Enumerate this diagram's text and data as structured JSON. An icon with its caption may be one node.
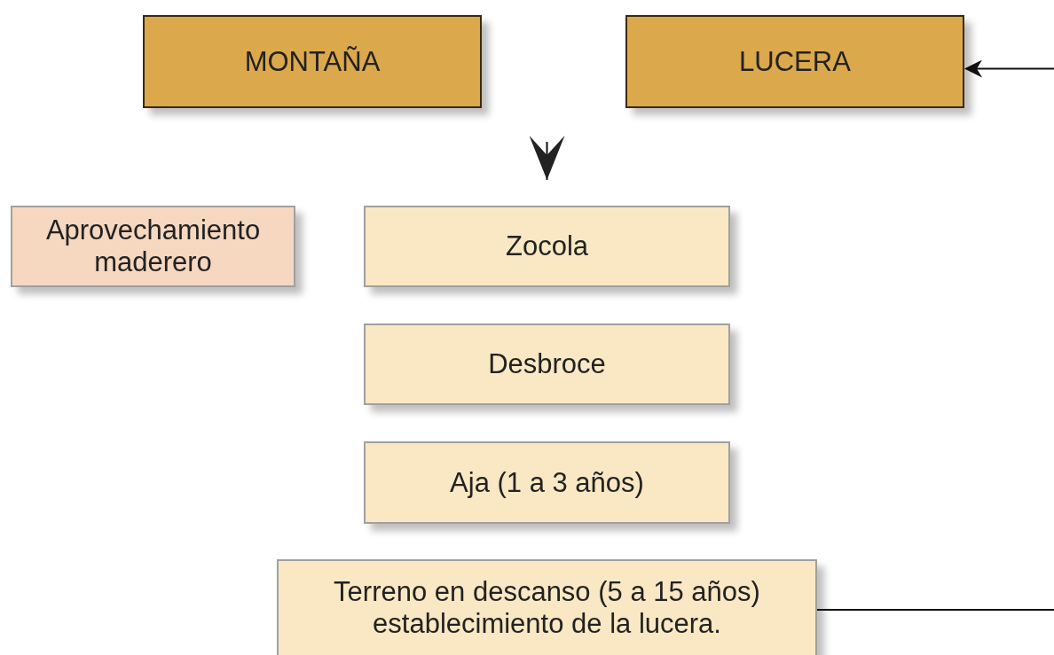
{
  "diagram": {
    "nodes": [
      {
        "text": [
          "MONTAÑA"
        ]
      },
      {
        "text": [
          "LUCERA"
        ]
      },
      {
        "text": [
          "Aprovechamiento maderero"
        ]
      },
      {
        "text": [
          "Zocola"
        ]
      },
      {
        "text": [
          "Desbroce"
        ]
      },
      {
        "text": [
          "Aja (1 a 3 años)"
        ]
      },
      {
        "text": [
          "Terreno en descanso (5 a 15 años) establecimiento de la lucera."
        ]
      }
    ],
    "edges": [
      {
        "from": null,
        "to": 3,
        "arrow": "to"
      },
      {
        "from": 6,
        "to": null,
        "arrow": "none"
      },
      {
        "from": null,
        "to": 1,
        "arrow": "to"
      }
    ]
  }
}
